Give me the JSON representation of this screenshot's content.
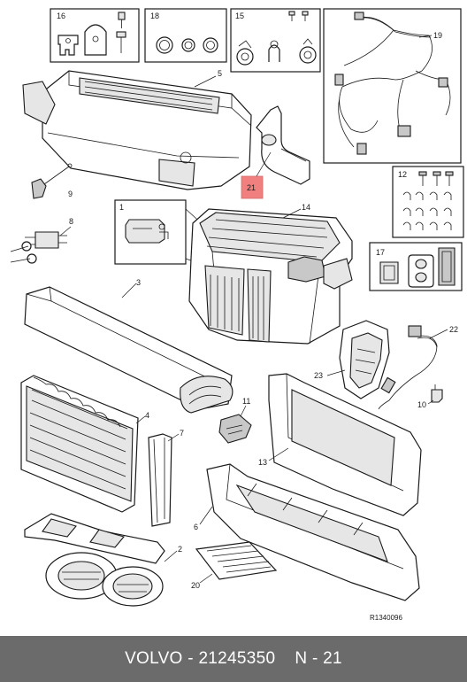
{
  "diagram": {
    "callouts": {
      "c1": "1",
      "c2": "2",
      "c3": "3",
      "c4": "4",
      "c5": "5",
      "c6": "6",
      "c7": "7",
      "c8": "8",
      "c9": "9",
      "c10": "10",
      "c11": "11",
      "c12": "12",
      "c13": "13",
      "c14": "14",
      "c15": "15",
      "c16": "16",
      "c17": "17",
      "c18": "18",
      "c19": "19",
      "c20": "20",
      "c21": "21",
      "c22": "22",
      "c23": "23"
    },
    "reference_code": "R1340096",
    "highlight_color": "#f08080"
  },
  "footer": {
    "brand": "VOLVO",
    "separator": " - ",
    "part_number": "21245350",
    "position_label": "N - 21",
    "background": "#6b6b6b"
  }
}
